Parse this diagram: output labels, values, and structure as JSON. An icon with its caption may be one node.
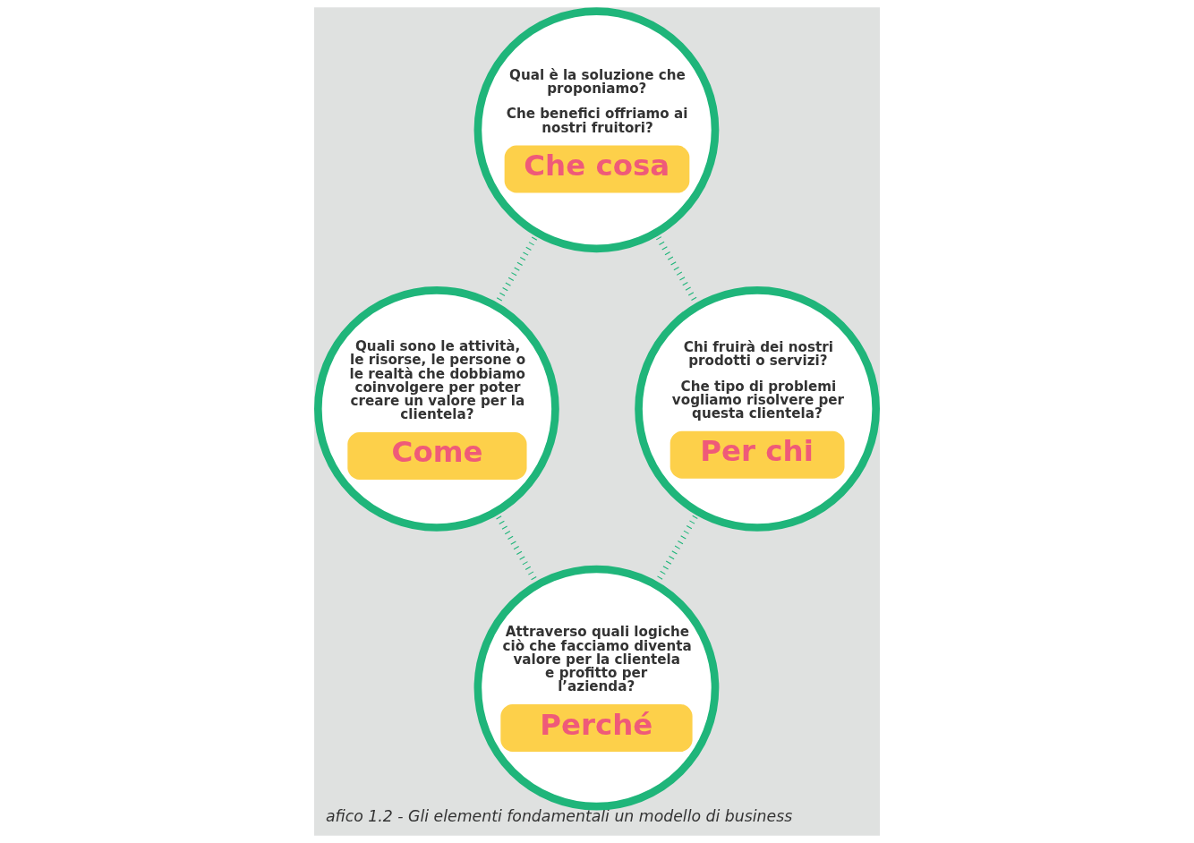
{
  "diagram": {
    "caption": "afico 1.2 - Gli elementi fondamentali un modello di business",
    "nodes": [
      {
        "text": [
          "Qual è la soluzione che proponiamo?",
          "Che benefici offriamo ai nostri fruitori?",
          "Che cosa"
        ]
      },
      {
        "text": [
          "Quali sono le attività, le risorse, le persone o le realtà che dobbiamo coinvolgere per poter creare un valore per la clientela?",
          "Come"
        ]
      },
      {
        "text": [
          "Chi fruirà dei nostri prodotti o servizi?",
          "Che tipo di problemi vogliamo risolvere per questa clientela?",
          "Per chi"
        ]
      },
      {
        "text": [
          "Attraverso quali logiche ciò che facciamo diventa valore per la clientela e profitto per l’azienda?",
          "Perché"
        ]
      }
    ],
    "edges": [
      {
        "from": 0,
        "to": 1,
        "arrow": "none",
        "style": "dashed"
      },
      {
        "from": 0,
        "to": 2,
        "arrow": "none",
        "style": "dashed"
      },
      {
        "from": 1,
        "to": 3,
        "arrow": "none",
        "style": "dashed"
      },
      {
        "from": 2,
        "to": 3,
        "arrow": "none",
        "style": "dashed"
      }
    ]
  }
}
